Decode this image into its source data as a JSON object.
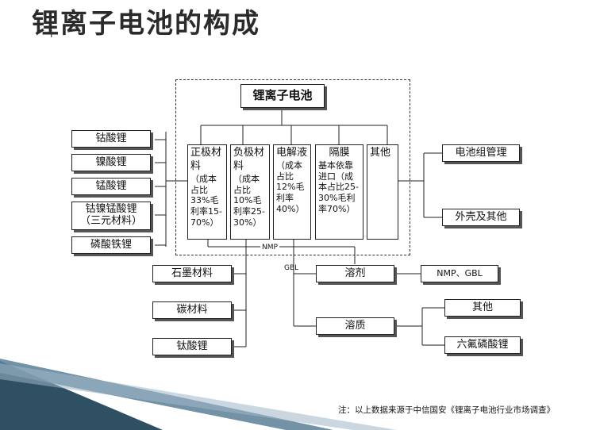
{
  "title": "锂离子电池的构成",
  "root": "锂离子电池",
  "components": [
    {
      "name": "正极材料",
      "detail": "（成本占比33%毛利率15-70%）"
    },
    {
      "name": "负极材料",
      "detail": "（成本占比10%毛利率25-30%）"
    },
    {
      "name": "电解液",
      "detail": "（成本占比12%毛利率40%）"
    },
    {
      "name": "隔膜",
      "detail": "基本依靠进口（成本占比25-30%毛利率70%）"
    },
    {
      "name": "其他",
      "detail": ""
    }
  ],
  "cathode_types": [
    "钴酸锂",
    "镍酸锂",
    "锰酸锂",
    "钴镍锰酸锂",
    "（三元材料）",
    "磷酸铁锂"
  ],
  "others_children": [
    "电池组管理",
    "外壳及其他"
  ],
  "anode_types": [
    "石墨材料",
    "碳材料",
    "钛酸锂"
  ],
  "electrolyte": {
    "solvent": "溶剂",
    "solute": "溶质",
    "solvent_items": "NMP、GBL",
    "solute_items": [
      "其他",
      "六氟磷酸锂"
    ],
    "nmp_label": "NMP",
    "gbl_label": "GBL"
  },
  "footer": "注：以上数据来源于中信国安《锂离子电池行业市场调查》"
}
